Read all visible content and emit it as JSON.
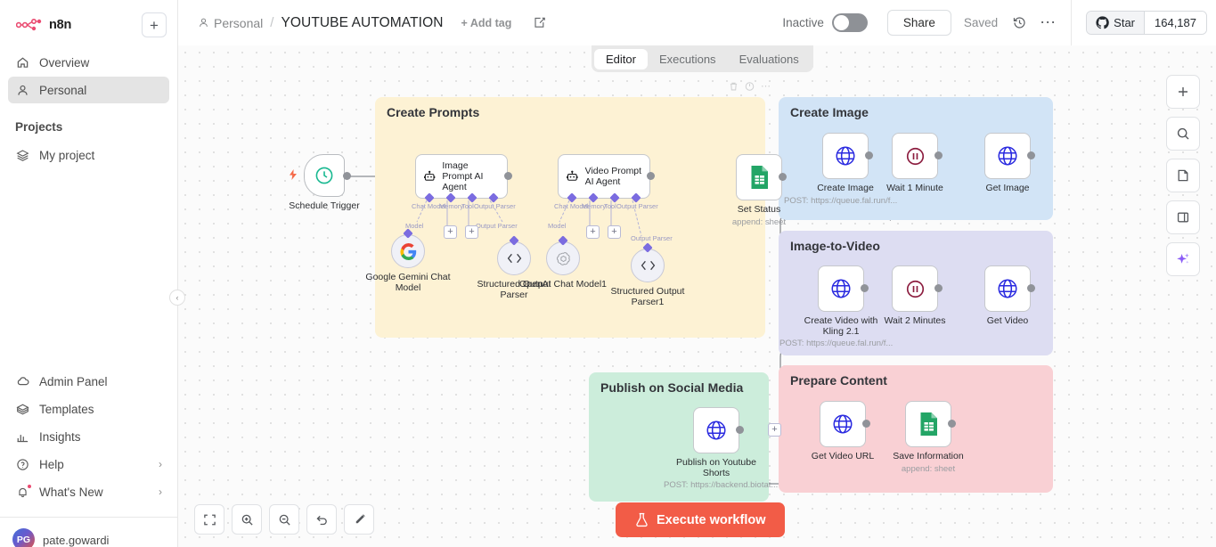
{
  "sidebar": {
    "logo_text": "n8n",
    "add_button": "+",
    "items": [
      {
        "label": "Overview",
        "icon": "home-icon"
      },
      {
        "label": "Personal",
        "icon": "person-icon"
      }
    ],
    "projects_heading": "Projects",
    "projects": [
      {
        "label": "My project",
        "icon": "layers-icon"
      }
    ],
    "bottom_items": [
      {
        "label": "Admin Panel",
        "icon": "cloud-icon",
        "chevron": ""
      },
      {
        "label": "Templates",
        "icon": "box-icon",
        "chevron": ""
      },
      {
        "label": "Insights",
        "icon": "bar-chart-icon",
        "chevron": ""
      },
      {
        "label": "Help",
        "icon": "question-circle-icon",
        "chevron": "›"
      },
      {
        "label": "What's New",
        "icon": "bell-icon",
        "chevron": "›"
      }
    ],
    "user": {
      "initials": "PG",
      "name": "pate.gowardi"
    }
  },
  "header": {
    "project": "Personal",
    "separator": "/",
    "workflow_title": "YOUTUBE AUTOMATION",
    "add_tag": "+ Add tag",
    "active_label": "Inactive",
    "share_label": "Share",
    "saved_label": "Saved",
    "github": {
      "star_label": "Star",
      "star_count": "164,187"
    }
  },
  "tabs": [
    {
      "label": "Editor",
      "active": true
    },
    {
      "label": "Executions",
      "active": false
    },
    {
      "label": "Evaluations",
      "active": false
    }
  ],
  "canvas": {
    "groups": [
      {
        "id": "g-prompts",
        "title": "Create Prompts",
        "color": "#fdf2d4"
      },
      {
        "id": "g-image",
        "title": "Create Image",
        "color": "#d2e4f6"
      },
      {
        "id": "g-i2v",
        "title": "Image-to-Video",
        "color": "#ddddf2"
      },
      {
        "id": "g-prepare",
        "title": "Prepare Content",
        "color": "#f9d0d4"
      },
      {
        "id": "g-publish",
        "title": "Publish on Social Media",
        "color": "#cceddb"
      }
    ],
    "nodes": {
      "schedule_trigger": {
        "label": "Schedule Trigger",
        "icon": "clock-icon"
      },
      "image_prompt_agent": {
        "label": "Image Prompt AI Agent",
        "icon": "robot-icon"
      },
      "video_prompt_agent": {
        "label": "Video Prompt AI Agent",
        "icon": "robot-icon"
      },
      "set_status": {
        "label": "Set Status",
        "sub": "append: sheet",
        "icon": "google-sheets-icon"
      },
      "create_image": {
        "label": "Create Image",
        "sub": "POST: https://queue.fal.run/f...",
        "icon": "globe-icon"
      },
      "wait_1_minute": {
        "label": "Wait 1 Minute",
        "icon": "pause-icon"
      },
      "get_image": {
        "label": "Get Image",
        "icon": "globe-icon"
      },
      "create_video_kling": {
        "label": "Create Video with Kling 2.1",
        "sub": "POST: https://queue.fal.run/f...",
        "icon": "globe-icon"
      },
      "wait_2_minutes": {
        "label": "Wait 2 Minutes",
        "icon": "pause-icon"
      },
      "get_video": {
        "label": "Get Video",
        "icon": "globe-icon"
      },
      "get_video_url": {
        "label": "Get Video URL",
        "icon": "globe-icon"
      },
      "save_information": {
        "label": "Save Information",
        "sub": "append: sheet",
        "icon": "google-sheets-icon"
      },
      "publish_youtube": {
        "label": "Publish on Youtube Shorts",
        "sub": "POST: https://backend.biotat...",
        "icon": "globe-icon"
      },
      "google_gemini": {
        "label": "Google Gemini Chat Model",
        "icon": "google-icon"
      },
      "structured_parser": {
        "label": "Structured Output Parser",
        "icon": "code-brackets-icon"
      },
      "openai_model1": {
        "label": "OpenAI Chat Model1",
        "icon": "openai-icon"
      },
      "structured_parser1": {
        "label": "Structured Output Parser1",
        "icon": "code-brackets-icon"
      }
    },
    "connection_labels": {
      "chat_model": "Chat Model",
      "memory": "Memory",
      "tool": "Tool",
      "output_parser": "Output Parser",
      "model": "Model",
      "parser": "Output Parser",
      "plus": "+"
    }
  },
  "bottom_toolbar": [
    {
      "name": "fit-to-view",
      "icon": "fit-screen-icon"
    },
    {
      "name": "zoom-in",
      "icon": "zoom-in-icon"
    },
    {
      "name": "zoom-out",
      "icon": "zoom-out-icon"
    },
    {
      "name": "reset-zoom",
      "icon": "undo-icon"
    },
    {
      "name": "tidy-up",
      "icon": "magic-wand-icon"
    }
  ],
  "execute_button": {
    "label": "Execute workflow",
    "icon": "flask-icon",
    "color": "#f25c47"
  },
  "right_toolbar": [
    {
      "name": "add-node",
      "icon": "plus-icon"
    },
    {
      "name": "search-nodes",
      "icon": "search-icon"
    },
    {
      "name": "add-sticky-note",
      "icon": "note-icon"
    },
    {
      "name": "toggle-panel",
      "icon": "panel-icon"
    },
    {
      "name": "ai-assistant",
      "icon": "sparkles-icon"
    }
  ]
}
